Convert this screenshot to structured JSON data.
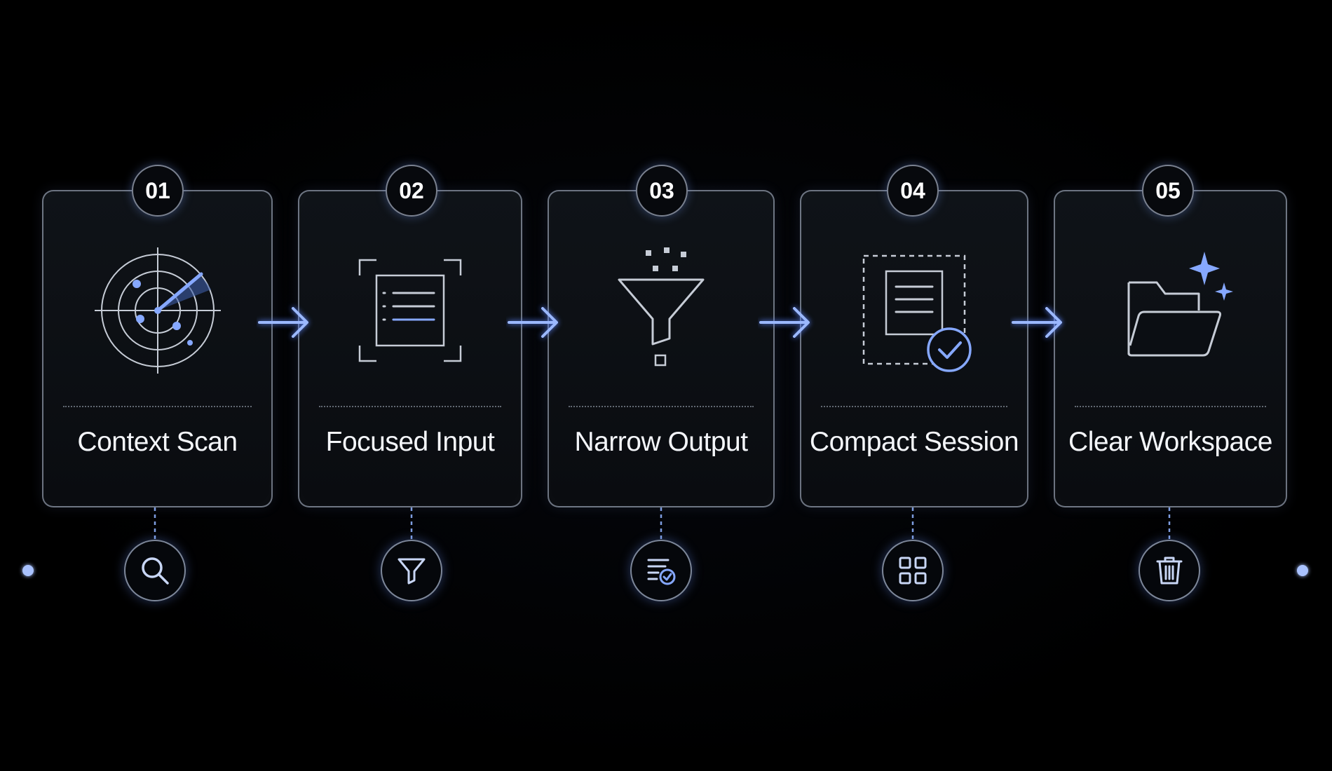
{
  "steps": [
    {
      "number": "01",
      "label": "Context Scan",
      "icon": "radar-icon",
      "timeline_icon": "search-icon"
    },
    {
      "number": "02",
      "label": "Focused Input",
      "icon": "document-focus-icon",
      "timeline_icon": "filter-icon"
    },
    {
      "number": "03",
      "label": "Narrow Output",
      "icon": "funnel-icon",
      "timeline_icon": "list-check-icon"
    },
    {
      "number": "04",
      "label": "Compact Session",
      "icon": "compact-document-check-icon",
      "timeline_icon": "grid-icon"
    },
    {
      "number": "05",
      "label": "Clear Workspace",
      "icon": "sparkle-folder-icon",
      "timeline_icon": "trash-icon"
    }
  ],
  "colors": {
    "background": "#000000",
    "accent": "#7fa6ff",
    "line": "#6f93e6",
    "text": "#f4f6fa"
  }
}
